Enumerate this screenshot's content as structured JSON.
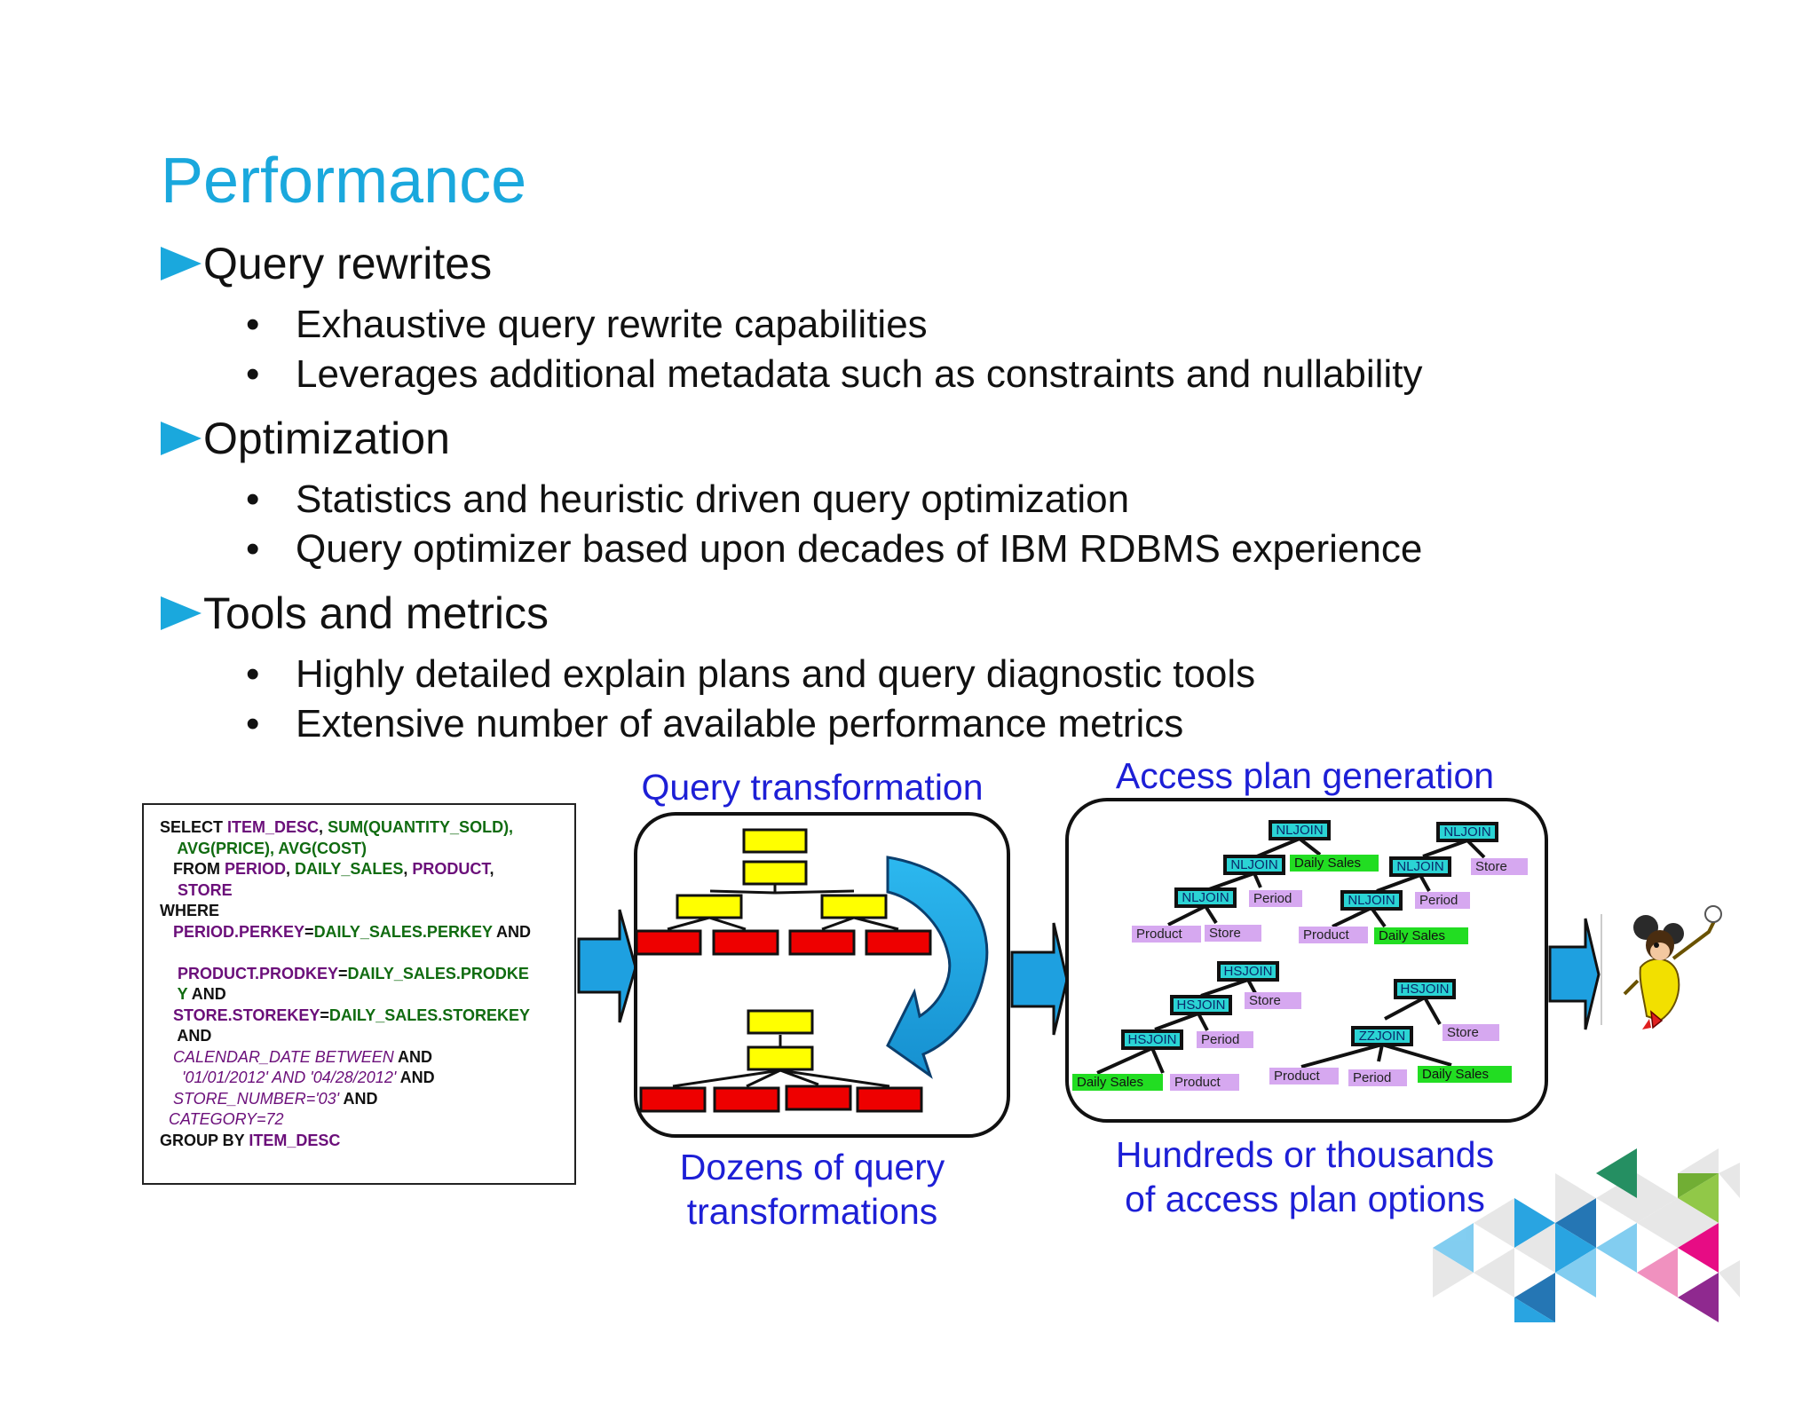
{
  "slide": {
    "title": "Performance",
    "sections": [
      {
        "heading": "Query rewrites",
        "bullets": [
          "Exhaustive query rewrite capabilities",
          "Leverages additional metadata such as constraints and nullability"
        ]
      },
      {
        "heading": "Optimization",
        "bullets": [
          "Statistics and heuristic driven query optimization",
          "Query optimizer based upon decades of IBM RDBMS experience"
        ]
      },
      {
        "heading": "Tools and metrics",
        "bullets": [
          "Highly detailed explain plans and query diagnostic tools",
          "Extensive number of available performance metrics"
        ]
      }
    ],
    "bullet_char": "•"
  },
  "sql": {
    "lines": [
      [
        {
          "t": "SELECT ",
          "c": "k"
        },
        {
          "t": "ITEM_DESC",
          "c": "p"
        },
        {
          "t": ", ",
          "c": "k"
        },
        {
          "t": "SUM(QUANTITY_SOLD),",
          "c": "g"
        }
      ],
      [
        {
          "t": "    AVG(PRICE), AVG(COST)",
          "c": "g"
        }
      ],
      [
        {
          "t": "   FROM ",
          "c": "k"
        },
        {
          "t": "PERIOD",
          "c": "p"
        },
        {
          "t": ", ",
          "c": "k"
        },
        {
          "t": "DAILY_SALES",
          "c": "g"
        },
        {
          "t": ", ",
          "c": "k"
        },
        {
          "t": "PRODUCT",
          "c": "p"
        },
        {
          "t": ",",
          "c": "k"
        }
      ],
      [
        {
          "t": "    STORE",
          "c": "p"
        }
      ],
      [
        {
          "t": "WHERE",
          "c": "k"
        }
      ],
      [
        {
          "t": "   PERIOD.PERKEY",
          "c": "p"
        },
        {
          "t": "=",
          "c": "k"
        },
        {
          "t": "DAILY_SALES.PERKEY",
          "c": "g"
        },
        {
          "t": " AND",
          "c": "k"
        }
      ],
      [
        {
          "t": " ",
          "c": "k"
        }
      ],
      [
        {
          "t": "    PRODUCT.PRODKEY",
          "c": "p"
        },
        {
          "t": "=",
          "c": "k"
        },
        {
          "t": "DAILY_SALES.PRODKE",
          "c": "g"
        }
      ],
      [
        {
          "t": "    Y",
          "c": "g"
        },
        {
          "t": " AND",
          "c": "k"
        }
      ],
      [
        {
          "t": "   STORE.STOREKEY",
          "c": "p"
        },
        {
          "t": "=",
          "c": "k"
        },
        {
          "t": "DAILY_SALES.STOREKEY",
          "c": "g"
        }
      ],
      [
        {
          "t": "    AND",
          "c": "k"
        }
      ],
      [
        {
          "t": "   CALENDAR_DATE BETWEEN",
          "c": "p it"
        },
        {
          "t": " AND",
          "c": "k"
        }
      ],
      [
        {
          "t": "     '01/01/2012' AND '04/28/2012'",
          "c": "p it"
        },
        {
          "t": " AND",
          "c": "k"
        }
      ],
      [
        {
          "t": "   STORE_NUMBER='03'",
          "c": "p it"
        },
        {
          "t": " AND",
          "c": "k"
        }
      ],
      [
        {
          "t": "  CATEGORY=72",
          "c": "p it"
        }
      ],
      [
        {
          "t": "GROUP BY ",
          "c": "k"
        },
        {
          "t": "ITEM_DESC",
          "c": "p"
        }
      ]
    ]
  },
  "diagram": {
    "captions": {
      "query_transformation": "Query transformation",
      "access_plan_generation": "Access plan generation",
      "dozens": [
        "Dozens of query",
        "transformations"
      ],
      "hundreds": [
        "Hundreds or thousands",
        "of access plan options"
      ]
    },
    "plan_labels": {
      "nljoin": "NLJOIN",
      "hsjoin": "HSJOIN",
      "zzjoin": "ZZJOIN",
      "daily_sales": "Daily Sales",
      "product": "Product",
      "store": "Store",
      "period": "Period"
    },
    "colors": {
      "title_blue": "#1aa8dd",
      "caption_blue": "#1d1fd6",
      "arrow_blue": "#1ea0e0",
      "yellow_node": "#ffff00",
      "red_node": "#ee0000",
      "join_node": "#2bd4d4",
      "purple_leaf": "#d6a8f0",
      "green_leaf": "#22dd22"
    }
  }
}
